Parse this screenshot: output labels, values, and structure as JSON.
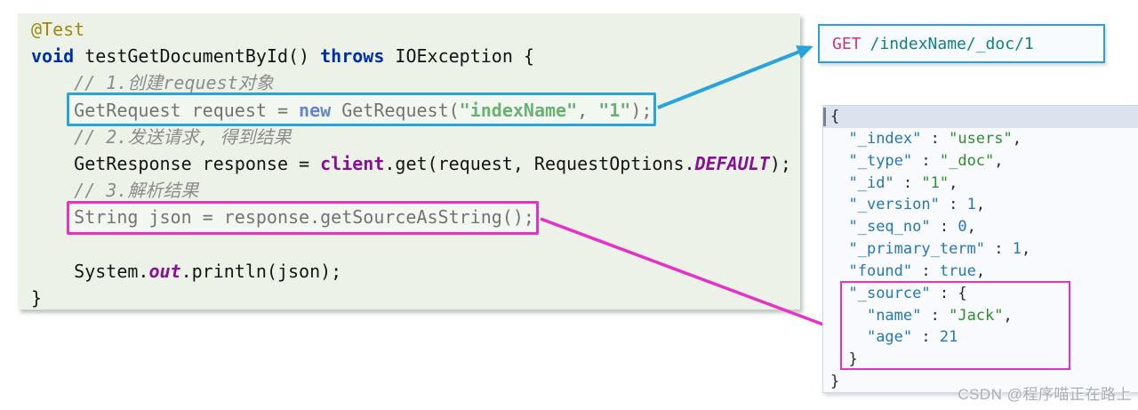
{
  "java_code": {
    "lines": [
      {
        "tokens": [
          {
            "t": "@Test",
            "c": "ann"
          }
        ]
      },
      {
        "tokens": [
          {
            "t": "void",
            "c": "kw"
          },
          {
            "t": " testGetDocumentById() "
          },
          {
            "t": "throws",
            "c": "kw"
          },
          {
            "t": " IOException {"
          }
        ]
      },
      {
        "tokens": [
          {
            "t": "    "
          },
          {
            "t": "// 1.创建request对象",
            "c": "cmt"
          }
        ]
      },
      {
        "tokens": [
          {
            "t": "    GetRequest request = "
          },
          {
            "t": "new",
            "c": "kw"
          },
          {
            "t": " GetRequest("
          },
          {
            "t": "\"indexName\"",
            "c": "str"
          },
          {
            "t": ", "
          },
          {
            "t": "\"1\"",
            "c": "str"
          },
          {
            "t": ");"
          }
        ]
      },
      {
        "tokens": [
          {
            "t": "    "
          },
          {
            "t": "// 2.发送请求, 得到结果",
            "c": "cmt"
          }
        ]
      },
      {
        "tokens": [
          {
            "t": "    GetResponse response = "
          },
          {
            "t": "client",
            "c": "field"
          },
          {
            "t": ".get(request, RequestOptions."
          },
          {
            "t": "DEFAULT",
            "c": "sfield"
          },
          {
            "t": ");"
          }
        ]
      },
      {
        "tokens": [
          {
            "t": "    "
          },
          {
            "t": "// 3.解析结果",
            "c": "cmt"
          }
        ]
      },
      {
        "tokens": [
          {
            "t": "    String json = response.getSourceAsString();"
          }
        ]
      },
      {
        "tokens": [
          {
            "t": ""
          }
        ]
      },
      {
        "tokens": [
          {
            "t": "    System."
          },
          {
            "t": "out",
            "c": "sfield"
          },
          {
            "t": ".println(json);"
          }
        ]
      },
      {
        "tokens": [
          {
            "t": "}"
          }
        ]
      }
    ]
  },
  "rest_request": {
    "method": "GET",
    "path": "/indexName/_doc/1"
  },
  "json_response": {
    "lines": [
      {
        "hl": true,
        "tokens": [
          {
            "t": "{",
            "c": "p"
          }
        ]
      },
      {
        "tokens": [
          {
            "t": "  "
          },
          {
            "t": "\"_index\"",
            "c": "k"
          },
          {
            "t": " : ",
            "c": "p"
          },
          {
            "t": "\"users\"",
            "c": "s"
          },
          {
            "t": ",",
            "c": "p"
          }
        ]
      },
      {
        "tokens": [
          {
            "t": "  "
          },
          {
            "t": "\"_type\"",
            "c": "k"
          },
          {
            "t": " : ",
            "c": "p"
          },
          {
            "t": "\"_doc\"",
            "c": "s"
          },
          {
            "t": ",",
            "c": "p"
          }
        ]
      },
      {
        "tokens": [
          {
            "t": "  "
          },
          {
            "t": "\"_id\"",
            "c": "k"
          },
          {
            "t": " : ",
            "c": "p"
          },
          {
            "t": "\"1\"",
            "c": "s"
          },
          {
            "t": ",",
            "c": "p"
          }
        ]
      },
      {
        "tokens": [
          {
            "t": "  "
          },
          {
            "t": "\"_version\"",
            "c": "k"
          },
          {
            "t": " : ",
            "c": "p"
          },
          {
            "t": "1",
            "c": "n"
          },
          {
            "t": ",",
            "c": "p"
          }
        ]
      },
      {
        "tokens": [
          {
            "t": "  "
          },
          {
            "t": "\"_seq_no\"",
            "c": "k"
          },
          {
            "t": " : ",
            "c": "p"
          },
          {
            "t": "0",
            "c": "n"
          },
          {
            "t": ",",
            "c": "p"
          }
        ]
      },
      {
        "tokens": [
          {
            "t": "  "
          },
          {
            "t": "\"_primary_term\"",
            "c": "k"
          },
          {
            "t": " : ",
            "c": "p"
          },
          {
            "t": "1",
            "c": "n"
          },
          {
            "t": ",",
            "c": "p"
          }
        ]
      },
      {
        "tokens": [
          {
            "t": "  "
          },
          {
            "t": "\"found\"",
            "c": "k"
          },
          {
            "t": " : ",
            "c": "p"
          },
          {
            "t": "true",
            "c": "b"
          },
          {
            "t": ",",
            "c": "p"
          }
        ]
      },
      {
        "tokens": [
          {
            "t": "  "
          },
          {
            "t": "\"_source\"",
            "c": "k"
          },
          {
            "t": " : {",
            "c": "p"
          }
        ]
      },
      {
        "tokens": [
          {
            "t": "    "
          },
          {
            "t": "\"name\"",
            "c": "k"
          },
          {
            "t": " : ",
            "c": "p"
          },
          {
            "t": "\"Jack\"",
            "c": "s"
          },
          {
            "t": ",",
            "c": "p"
          }
        ]
      },
      {
        "tokens": [
          {
            "t": "    "
          },
          {
            "t": "\"age\"",
            "c": "k"
          },
          {
            "t": " : ",
            "c": "p"
          },
          {
            "t": "21",
            "c": "n"
          }
        ]
      },
      {
        "tokens": [
          {
            "t": "  }",
            "c": "p"
          }
        ]
      },
      {
        "tokens": [
          {
            "t": "}",
            "c": "p"
          }
        ]
      }
    ]
  },
  "watermark": {
    "text": "CSDN @程序喵正在路上"
  },
  "colors": {
    "request_accent": "#29a3dc",
    "result_accent": "#ea30c2",
    "code_panel_bg": "#ecf2e8",
    "json_panel_bg": "#f8fafd",
    "keyword": "#0031a8",
    "string": "#067d17",
    "json_key": "#2577b5",
    "json_string": "#2f8f2f"
  }
}
